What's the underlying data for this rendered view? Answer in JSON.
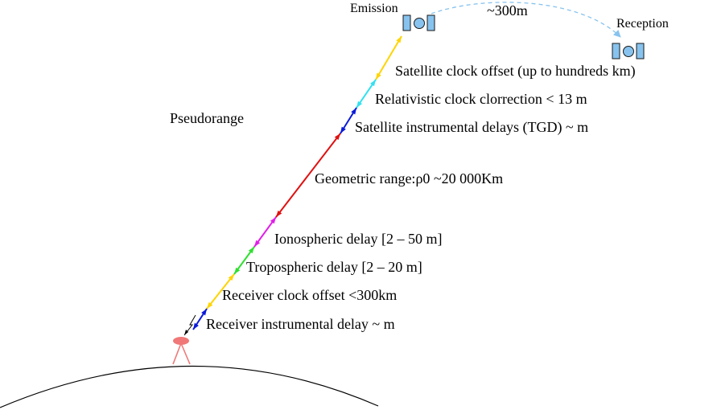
{
  "labels": {
    "emission": "Emission",
    "reception": "Reception",
    "distance": "~300m",
    "pseudorange": "Pseudorange",
    "sat_clock": "Satellite clock offset (up to hundreds km)",
    "relativistic": "Relativistic clock clorrection < 13 m",
    "sat_instr": "Satellite instrumental delays (TGD) ~ m",
    "geometric": "Geometric range:ρ0 ~20 000Km",
    "ionospheric": "Ionospheric delay [2 – 50 m]",
    "tropospheric": "Tropospheric delay [2 – 20 m]",
    "rx_clock": "Receiver clock offset <300km",
    "rx_instr": "Receiver instrumental delay ~ m"
  },
  "colors": {
    "satellite_fill": "#87c3ee",
    "satellite_stroke": "#1a1a1a",
    "arc": "#87c3ee",
    "receiver": "#f07878",
    "sat_clock": "#ffd400",
    "relativistic": "#33e0f0",
    "sat_instr": "#0a1ad8",
    "geometric": "#e01010",
    "ionospheric": "#e020e8",
    "tropospheric": "#30e030",
    "rx_clock": "#ffd400",
    "rx_instr": "#0a1ad8"
  }
}
